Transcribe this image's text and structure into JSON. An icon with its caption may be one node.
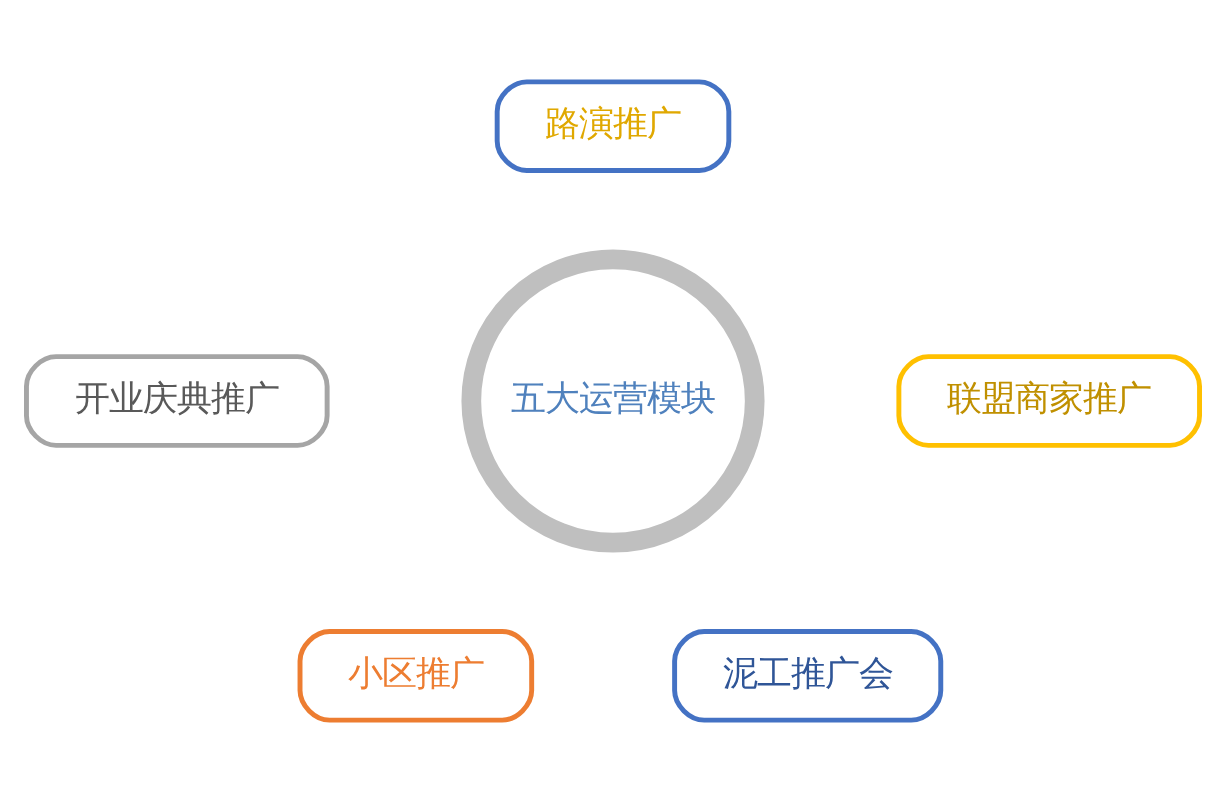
{
  "diagram": {
    "nodes": [
      {
        "text": [
          "路演推广"
        ]
      },
      {
        "text": [
          "开业庆典推广"
        ]
      },
      {
        "text": [
          "五大运营模块"
        ]
      },
      {
        "text": [
          "联盟商家推广"
        ]
      },
      {
        "text": [
          "小区推广"
        ]
      },
      {
        "text": [
          "泥工推广会"
        ]
      }
    ],
    "edges": []
  }
}
